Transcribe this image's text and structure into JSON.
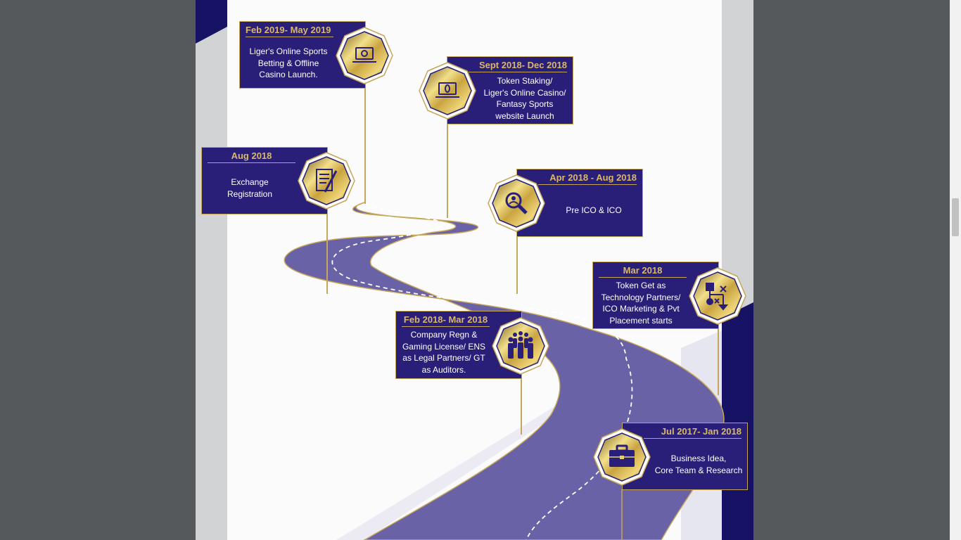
{
  "roadmap": [
    {
      "date": "Feb 2019- May 2019",
      "lines": [
        "Liger's Online Sports",
        "Betting & Offline",
        "Casino Launch."
      ],
      "icon": "laptop-icon"
    },
    {
      "date": "Sept 2018- Dec 2018",
      "lines": [
        "Token Staking/",
        "Liger's Online Casino/",
        "Fantasy Sports",
        "website Launch"
      ],
      "icon": "laptop-icon"
    },
    {
      "date": "Aug 2018",
      "lines": [
        "Exchange",
        "Registration"
      ],
      "icon": "document-pen-icon"
    },
    {
      "date": "Apr 2018 - Aug 2018",
      "lines": [
        "Pre ICO & ICO"
      ],
      "icon": "search-user-icon"
    },
    {
      "date": "Mar 2018",
      "lines": [
        "Token Get as",
        "Technology Partners/",
        "ICO Marketing & Pvt",
        "Placement starts"
      ],
      "icon": "strategy-icon"
    },
    {
      "date": "Feb 2018- Mar 2018",
      "lines": [
        "Company Regn &",
        "Gaming License/ ENS",
        "as Legal Partners/ GT",
        "as Auditors."
      ],
      "icon": "team-icon"
    },
    {
      "date": "Jul 2017- Jan 2018",
      "lines": [
        "Business Idea,",
        "Core Team & Research"
      ],
      "icon": "briefcase-icon"
    }
  ],
  "colors": {
    "card_fill": "#2a1f78",
    "gold": "#c5a65a",
    "date_text": "#d8b86a",
    "road": "#6a62a6",
    "accent_navy": "#161264"
  }
}
